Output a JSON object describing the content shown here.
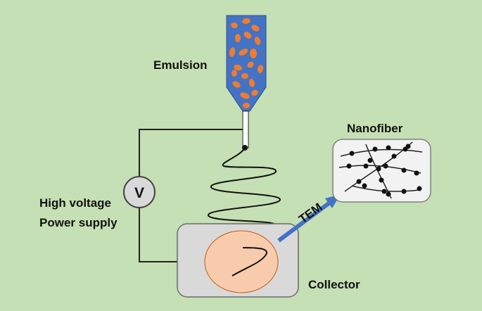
{
  "labels": {
    "emulsion": "Emulsion",
    "nanofiber": "Nanofiber",
    "voltmeter": "V",
    "power_line1": "High voltage",
    "power_line2": "Power supply",
    "tem": "TEM",
    "collector": "Collector"
  },
  "colors": {
    "background": "#c5e0b4",
    "syringe": "#4472c4",
    "droplet": "#ed7d31",
    "collector": "#d9d9d9",
    "collector_disc": "#f8cbad",
    "arrow": "#4472c4",
    "inset_bg": "#f2f2f2"
  }
}
